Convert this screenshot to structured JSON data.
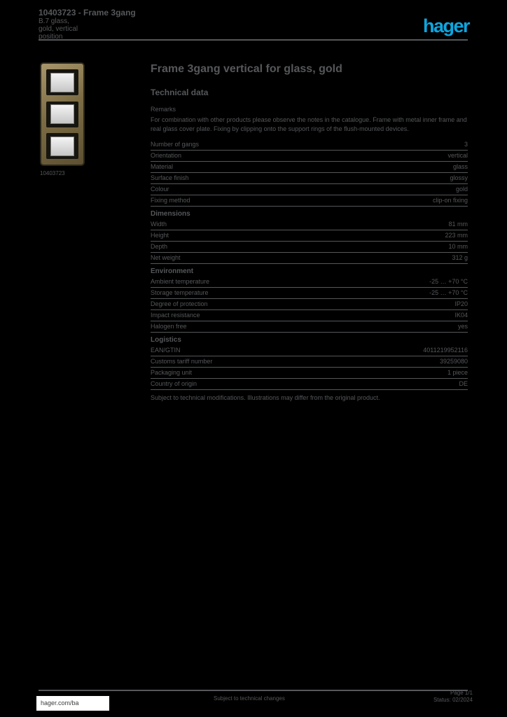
{
  "colors": {
    "accent_cyan": "#0CA6DF",
    "text_gray": "#55575A",
    "frame_gold": "#7D6D45",
    "background": "#000000"
  },
  "header": {
    "article_title": "10403723 - Frame 3gang",
    "article_lines": [
      "B.7 glass,",
      "gold, vertical",
      "position"
    ],
    "logo_text": "hager"
  },
  "product_image": {
    "alt": "frame-3gang-glass-gold",
    "caption": "10403723"
  },
  "main": {
    "title": "Frame 3gang vertical for glass, gold",
    "tech_heading": "Technical data",
    "note_label": "Remarks",
    "note_text": "For combination with other products please observe the notes in the catalogue. Frame with metal inner frame and real glass cover plate. Fixing by clipping onto the support rings of the flush-mounted devices.",
    "groups": [
      {
        "title": "",
        "rows": [
          {
            "label": "Number of gangs",
            "value": "3"
          },
          {
            "label": "Orientation",
            "value": "vertical"
          },
          {
            "label": "Material",
            "value": "glass"
          },
          {
            "label": "Surface finish",
            "value": "glossy"
          },
          {
            "label": "Colour",
            "value": "gold"
          },
          {
            "label": "Fixing method",
            "value": "clip-on fixing"
          }
        ]
      },
      {
        "title": "Dimensions",
        "rows": [
          {
            "label": "Width",
            "value": "81 mm"
          },
          {
            "label": "Height",
            "value": "223 mm"
          },
          {
            "label": "Depth",
            "value": "10 mm"
          },
          {
            "label": "Net weight",
            "value": "312 g"
          }
        ]
      },
      {
        "title": "Environment",
        "rows": [
          {
            "label": "Ambient temperature",
            "value": "-25 … +70 °C"
          },
          {
            "label": "Storage temperature",
            "value": "-25 … +70 °C"
          },
          {
            "label": "Degree of protection",
            "value": "IP20"
          },
          {
            "label": "Impact resistance",
            "value": "IK04"
          },
          {
            "label": "Halogen free",
            "value": "yes"
          }
        ]
      },
      {
        "title": "Logistics",
        "rows": [
          {
            "label": "EAN/GTIN",
            "value": "4011219952116"
          },
          {
            "label": "Customs tariff number",
            "value": "39259080"
          },
          {
            "label": "Packaging unit",
            "value": "1 piece"
          },
          {
            "label": "Country of origin",
            "value": "DE"
          }
        ],
        "footnote": "Subject to technical modifications. Illustrations may differ from the original product."
      }
    ]
  },
  "footer": {
    "website": "hager.com/ba",
    "disclaimer": "Subject to technical changes",
    "page": "Page 1/1",
    "date": "Status: 02/2024"
  }
}
